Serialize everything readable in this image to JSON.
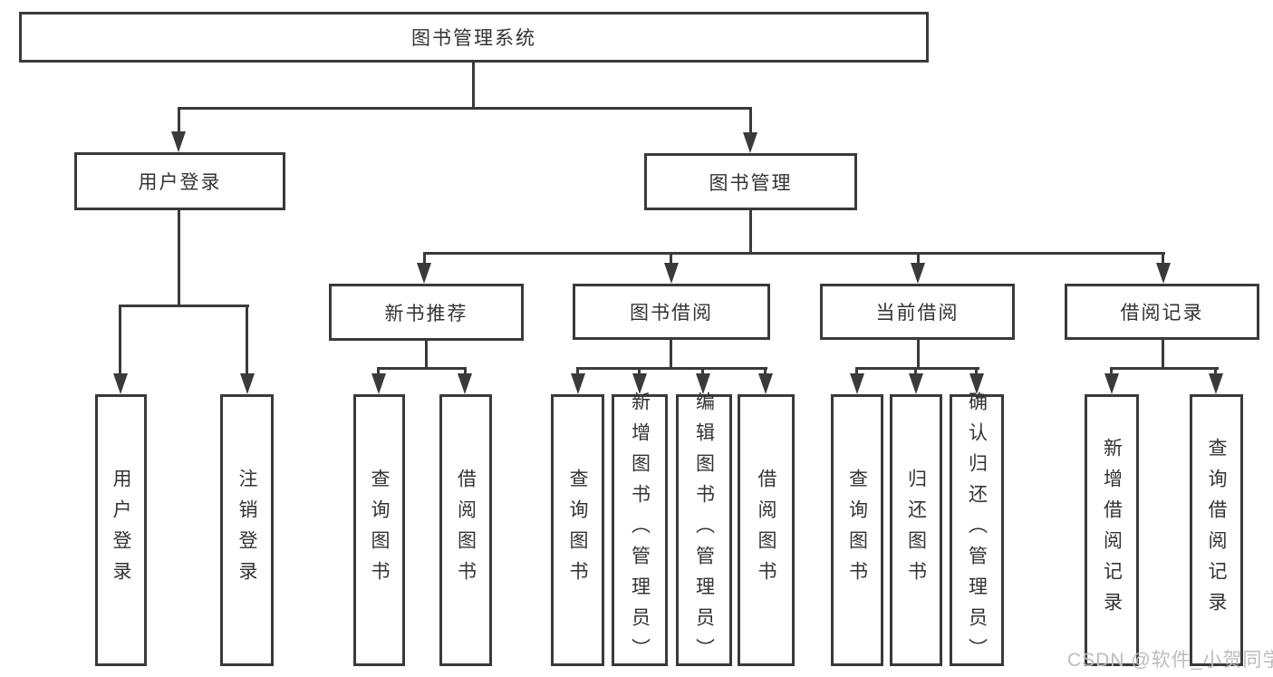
{
  "nodes": {
    "root": "图书管理系统",
    "user_login": "用户登录",
    "book_mgmt": "图书管理",
    "new_books": "新书推荐",
    "book_borrow": "图书借阅",
    "current_borrow": "当前借阅",
    "borrow_records": "借阅记录"
  },
  "leaves": [
    {
      "label": "用户登录"
    },
    {
      "label": "注销登录"
    },
    {
      "label": "查询图书"
    },
    {
      "label": "借阅图书"
    },
    {
      "label": "查询图书"
    },
    {
      "label": "新增图书（管理员）"
    },
    {
      "label": "编辑图书（管理员）"
    },
    {
      "label": "借阅图书"
    },
    {
      "label": "查询图书"
    },
    {
      "label": "归还图书"
    },
    {
      "label": "确认归还（管理员）"
    },
    {
      "label": "新增借阅记录"
    },
    {
      "label": "查询借阅记录"
    }
  ],
  "watermark": "CSDN @软件_小贺同学",
  "colors": {
    "line": "#3a3a3a",
    "text": "#333333",
    "watermark": "#bcbcbc",
    "background": "#ffffff"
  }
}
